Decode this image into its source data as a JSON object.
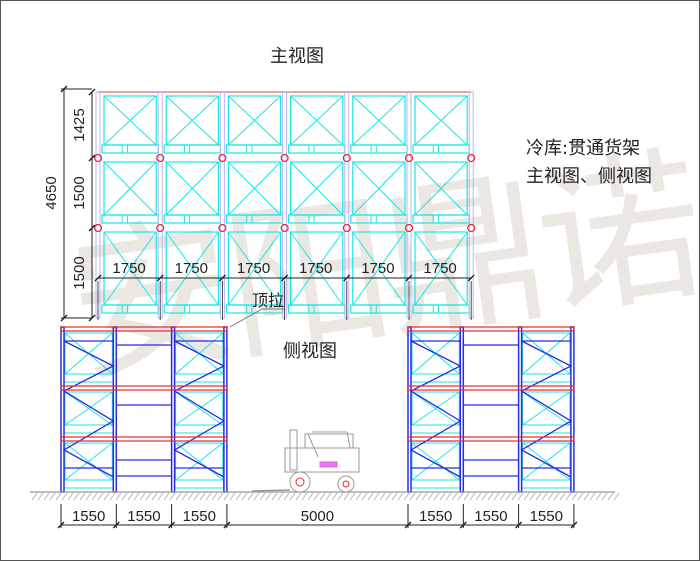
{
  "front_view": {
    "title": "主视图",
    "bays": 6,
    "levels": 3,
    "bay_widths": [
      "1750",
      "1750",
      "1750",
      "1750",
      "1750",
      "1750"
    ],
    "level_heights": [
      "1425",
      "1500",
      "1500"
    ],
    "total_height": "4650"
  },
  "side_view": {
    "title": "侧视图",
    "top_tie_label": "顶拉",
    "left_block_dims": [
      "1550",
      "1550",
      "1550"
    ],
    "aisle_dim": "5000",
    "right_block_dims": [
      "1550",
      "1550",
      "1550"
    ]
  },
  "note": {
    "line1": "冷库:贯通货架",
    "line2": "主视图、侧视图"
  },
  "watermark": "安阳鼎诺",
  "colors": {
    "pallet": "#19e6e6",
    "upright": "#2a2ae0",
    "beam": "#e6282d",
    "front_upright": "#b9b7f0",
    "dimension": "#222222",
    "watermark": "#e8e4e0"
  }
}
